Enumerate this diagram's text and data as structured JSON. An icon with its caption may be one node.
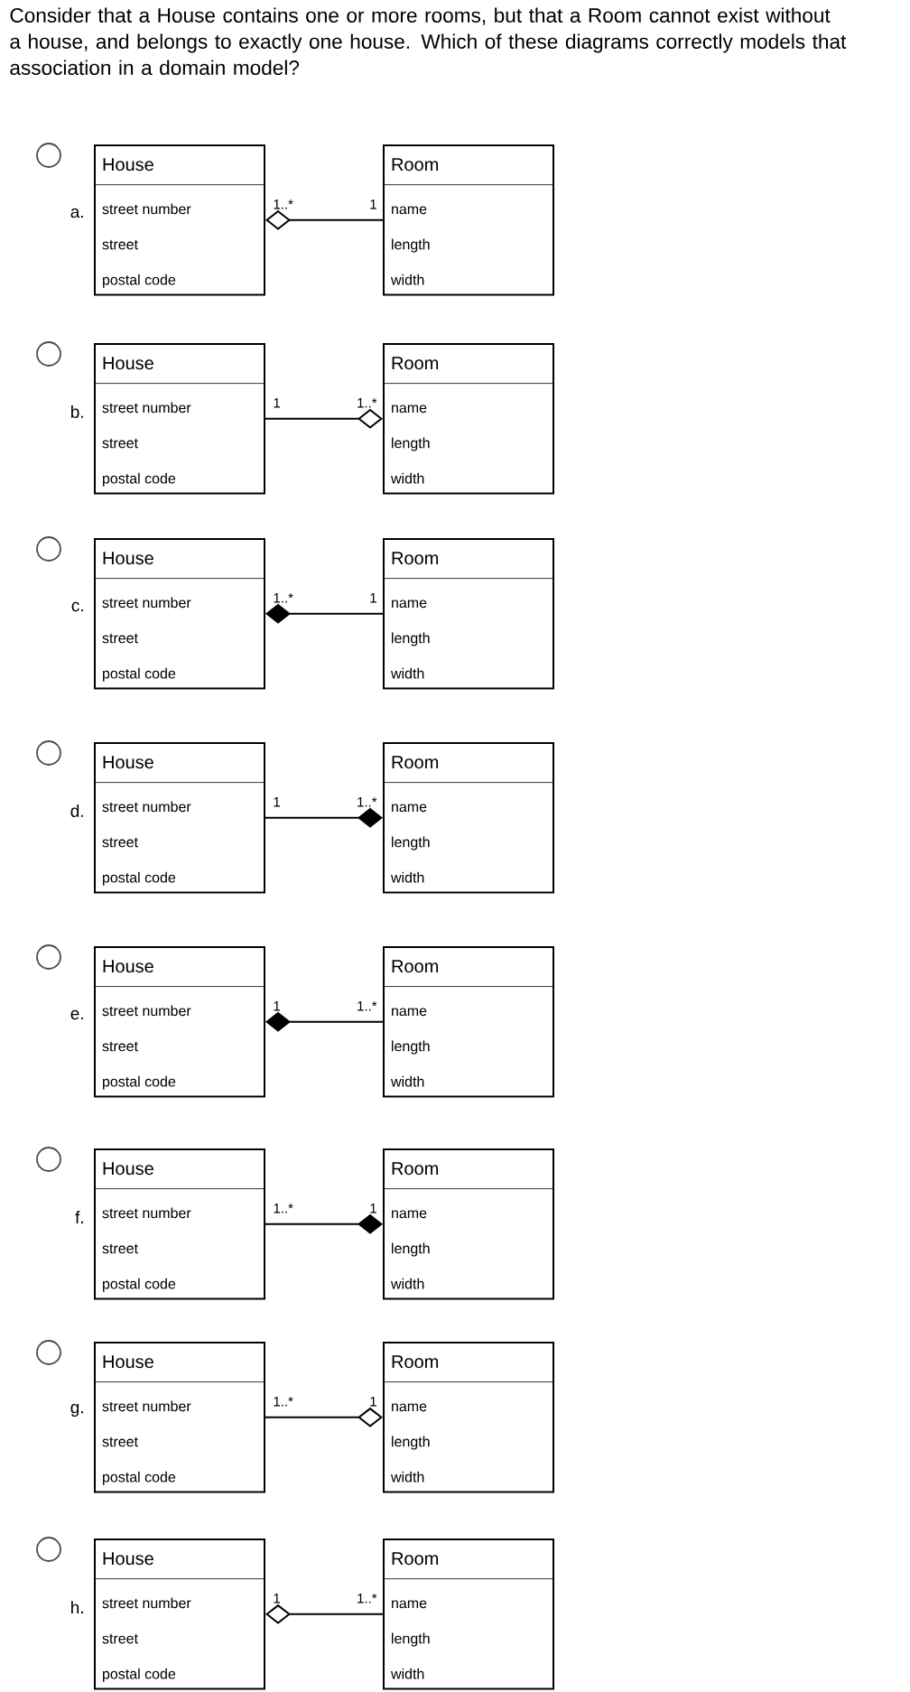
{
  "diagram": {
    "title": "Consider that a House contains one or more rooms, but that a Room cannot exist without a house, and belongs to exactly one house.  Which of these diagrams correctly models that association in a domain model?",
    "nodes": [
      {
        "text": [
          "House",
          "street number",
          "street",
          "postal code"
        ],
        "beside": [
          "1..*"
        ]
      },
      {
        "text": [
          "Room",
          "name",
          "length",
          "width"
        ],
        "beside": [
          "1"
        ]
      },
      {
        "text": [
          "House",
          "street number",
          "street",
          "postal code"
        ],
        "beside": [
          "1"
        ]
      },
      {
        "text": [
          "Room",
          "name",
          "length",
          "width"
        ],
        "beside": [
          "1..*"
        ]
      },
      {
        "text": [
          "House",
          "street number",
          "street",
          "postal code"
        ],
        "beside": [
          "1..*"
        ]
      },
      {
        "text": [
          "Room",
          "name",
          "length",
          "width"
        ],
        "beside": [
          "1"
        ]
      },
      {
        "text": [
          "House",
          "street number",
          "street",
          "postal code"
        ],
        "beside": [
          "1"
        ]
      },
      {
        "text": [
          "Room",
          "name",
          "length",
          "width"
        ],
        "beside": [
          "1..*"
        ]
      },
      {
        "text": [
          "House",
          "street number",
          "street",
          "postal code"
        ],
        "beside": [
          "1"
        ]
      },
      {
        "text": [
          "Room",
          "name",
          "length",
          "width"
        ],
        "beside": [
          "1..*"
        ]
      },
      {
        "text": [
          "House",
          "street number",
          "street",
          "postal code"
        ],
        "beside": [
          "1..*"
        ]
      },
      {
        "text": [
          "Room",
          "name",
          "length",
          "width"
        ],
        "beside": [
          "1"
        ]
      },
      {
        "text": [
          "House",
          "street number",
          "street",
          "postal code"
        ],
        "beside": [
          "1..*"
        ]
      },
      {
        "text": [
          "Room",
          "name",
          "length",
          "width"
        ],
        "beside": [
          "1"
        ]
      },
      {
        "text": [
          "House",
          "street number",
          "street",
          "postal code"
        ],
        "beside": [
          "1"
        ]
      },
      {
        "text": [
          "Room",
          "name",
          "length",
          "width"
        ],
        "beside": [
          "1..*"
        ]
      }
    ],
    "edges": [
      {
        "from": 0,
        "to": 1,
        "arrow": "other"
      },
      {
        "from": 3,
        "to": 2,
        "arrow": "other"
      },
      {
        "from": 4,
        "to": 5,
        "arrow": "other"
      },
      {
        "from": 7,
        "to": 6,
        "arrow": "other"
      },
      {
        "from": 8,
        "to": 9,
        "arrow": "other"
      },
      {
        "from": 11,
        "to": 10,
        "arrow": "other"
      },
      {
        "from": 13,
        "to": 12,
        "arrow": "other"
      },
      {
        "from": 14,
        "to": 15,
        "arrow": "other"
      }
    ],
    "labels": [
      "a.",
      "b.",
      "c.",
      "d.",
      "e.",
      "f.",
      "g.",
      "h."
    ]
  }
}
